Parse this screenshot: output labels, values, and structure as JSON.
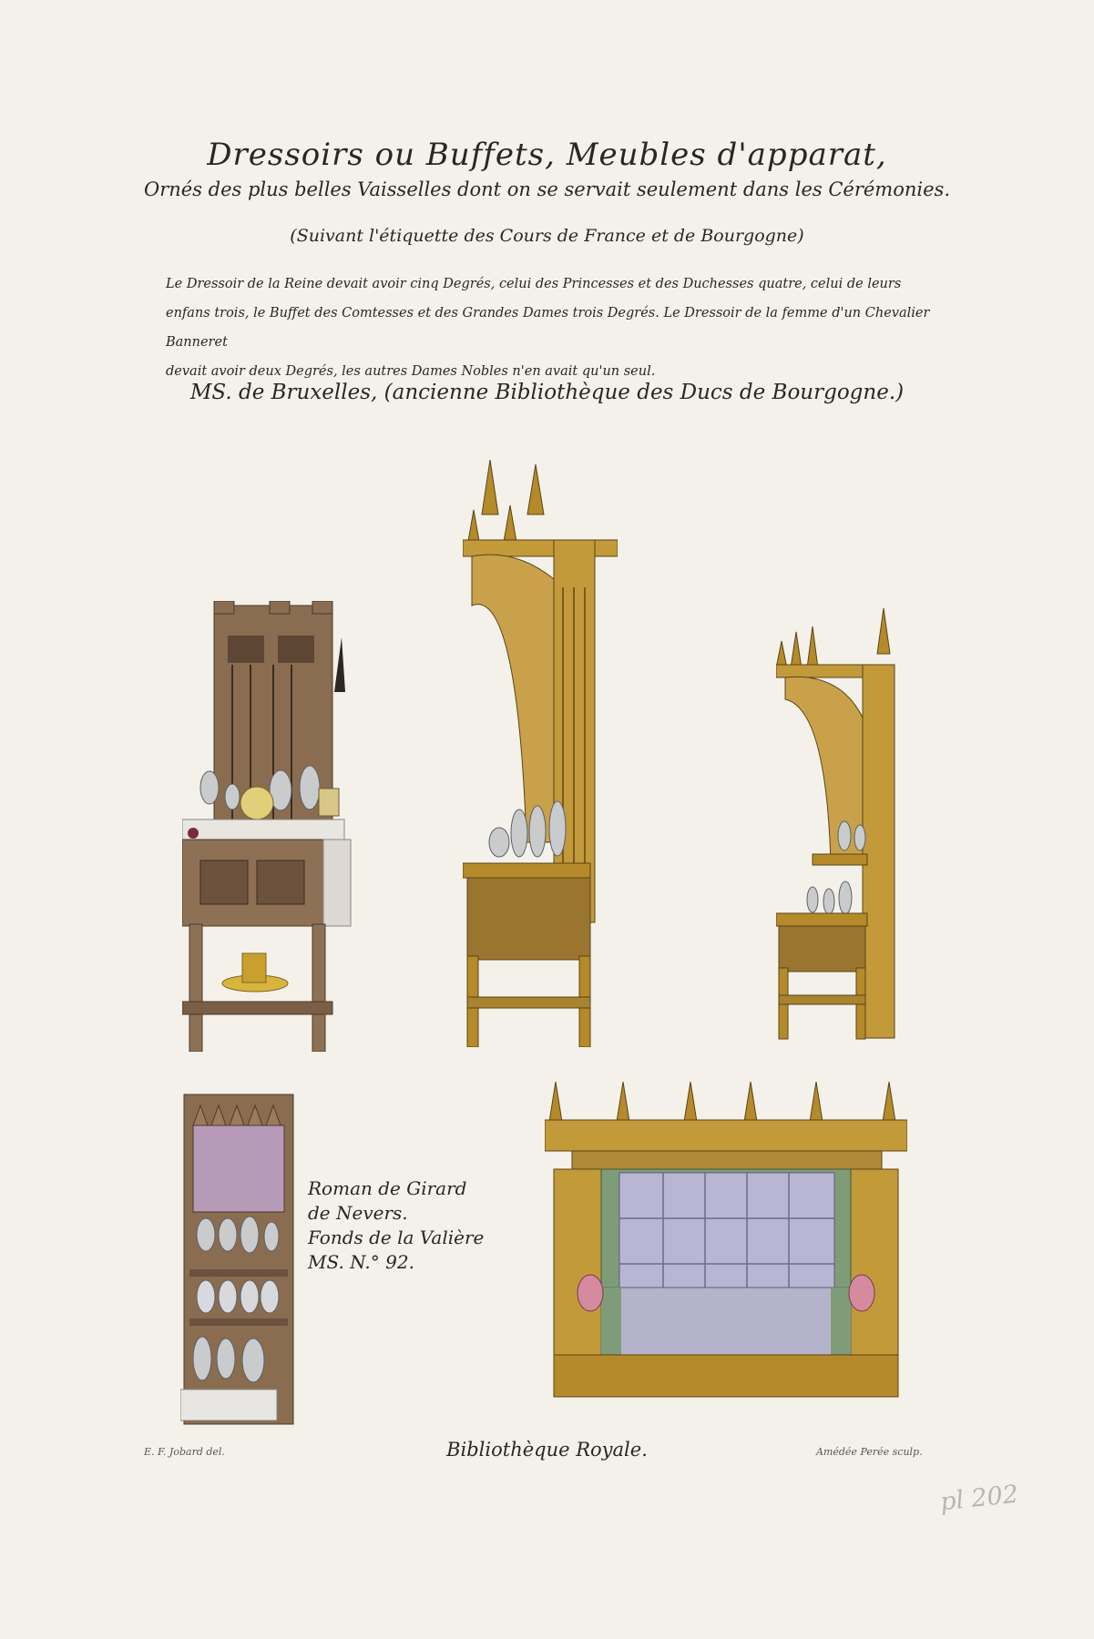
{
  "title": "Dressoirs ou Buffets, Meubles d'apparat,",
  "subtitle": "Ornés des plus belles Vaisselles dont on se servait seulement dans les Cérémonies.",
  "etiquette": "(Suivant l'étiquette des Cours de France et de Bourgogne)",
  "paragraph_lines": [
    "Le Dressoir de la Reine devait avoir cinq Degrés, celui des Princesses et des Duchesses quatre, celui de leurs",
    "enfans trois, le Buffet des Comtesses et des Grandes Dames trois Degrés. Le Dressoir de la femme d'un Chevalier Banneret",
    "devait avoir deux Degrés, les autres Dames Nobles n'en avait qu'un seul."
  ],
  "manuscript": "MS. de Bruxelles, (ancienne Bibliothèque des Ducs de Bourgogne.)",
  "side_note_lines": [
    "Roman de Girard",
    "de Nevers.",
    "Fonds de la Valière",
    "MS. N.° 92."
  ],
  "footer": {
    "left": "E. F. Jobard del.",
    "center": "Bibliothèque Royale.",
    "right": "Amédée Perée sculp."
  },
  "pencil_note": "pl 202",
  "colors": {
    "paper": "#f4f1ea",
    "brown_wood": "#8a6c50",
    "gold_wood": "#c29a3a",
    "cushion_lilac": "#b9b6d4",
    "cushion_green": "#7f9c78",
    "cushion_pink": "#d68aa0",
    "panel_violet": "#b79ab8"
  }
}
